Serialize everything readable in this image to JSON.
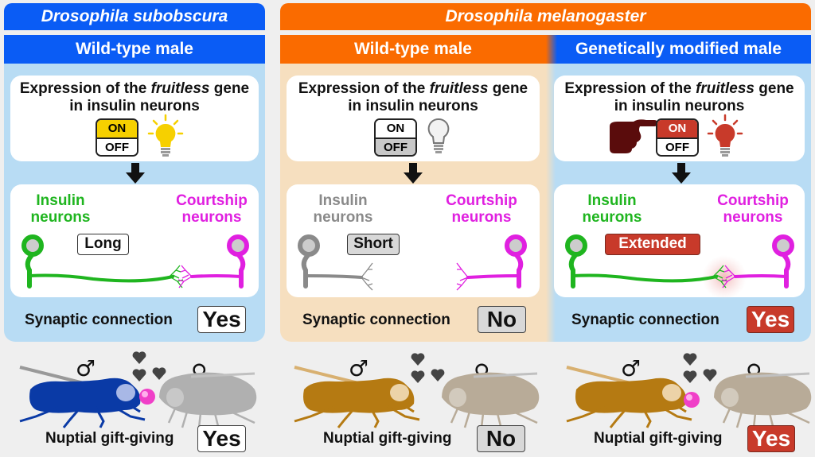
{
  "colors": {
    "blue_header": "#0a5cf5",
    "orange_header": "#fa6b00",
    "light_blue_panel": "#b8dcf4",
    "light_orange_panel": "#f6dfbf",
    "insulin_green": "#1fb51f",
    "courtship_magenta": "#e020e0",
    "inactive_gray": "#8a8a8a",
    "highlight_red": "#c83a2a",
    "on_yellow": "#f6d000",
    "fly_blue": "#0a3aa6",
    "fly_brown": "#b57a12",
    "female_gray": "#b0b0b0",
    "female_tan": "#b8ab98"
  },
  "columns": [
    {
      "species": "Drosophila subobscura",
      "condition": "Wild-type male",
      "expression_title_pre": "Expression of the ",
      "expression_title_gene": "fruitless",
      "expression_title_post": " gene",
      "expression_title_line2": "in insulin neurons",
      "switch_on": "ON",
      "switch_off": "OFF",
      "switch_state": "on",
      "bulb_state": "lit-yellow",
      "insulin_label_1": "Insulin",
      "insulin_label_2": "neurons",
      "courtship_label_1": "Courtship",
      "courtship_label_2": "neurons",
      "axon_tag": "Long",
      "synaptic_label": "Synaptic connection",
      "synaptic_answer": "Yes",
      "male_symbol": "♂",
      "female_symbol": "♀",
      "gift_label": "Nuptial gift-giving",
      "gift_answer": "Yes"
    },
    {
      "species": "Drosophila melanogaster",
      "condition": "Wild-type male",
      "expression_title_pre": "Expression of the ",
      "expression_title_gene": "fruitless",
      "expression_title_post": " gene",
      "expression_title_line2": "in insulin neurons",
      "switch_on": "ON",
      "switch_off": "OFF",
      "switch_state": "off",
      "bulb_state": "unlit",
      "insulin_label_1": "Insulin",
      "insulin_label_2": "neurons",
      "courtship_label_1": "Courtship",
      "courtship_label_2": "neurons",
      "axon_tag": "Short",
      "synaptic_label": "Synaptic connection",
      "synaptic_answer": "No",
      "male_symbol": "♂",
      "female_symbol": "♀",
      "gift_label": "Nuptial gift-giving",
      "gift_answer": "No"
    },
    {
      "condition": "Genetically modified male",
      "expression_title_pre": "Expression of the ",
      "expression_title_gene": "fruitless",
      "expression_title_post": " gene",
      "expression_title_line2": "in insulin neurons",
      "switch_on": "ON",
      "switch_off": "OFF",
      "switch_state": "on",
      "bulb_state": "lit-red",
      "insulin_label_1": "Insulin",
      "insulin_label_2": "neurons",
      "courtship_label_1": "Courtship",
      "courtship_label_2": "neurons",
      "axon_tag": "Extended",
      "synaptic_label": "Synaptic connection",
      "synaptic_answer": "Yes",
      "male_symbol": "♂",
      "female_symbol": "♀",
      "gift_label": "Nuptial gift-giving",
      "gift_answer": "Yes"
    }
  ]
}
